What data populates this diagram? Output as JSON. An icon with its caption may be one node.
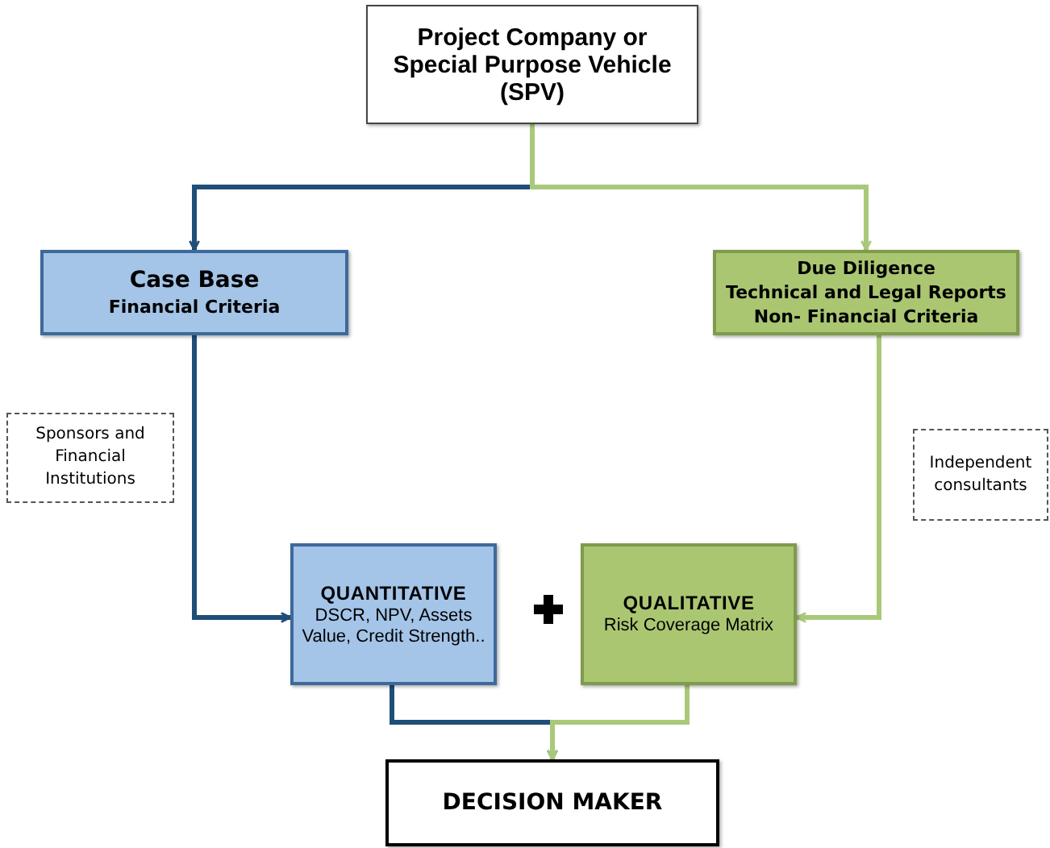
{
  "diagram": {
    "nodes": [
      {
        "text": [
          "Project Company or Special Purpose Vehicle (SPV)"
        ]
      },
      {
        "text": [
          "Case Base",
          "Financial Criteria"
        ]
      },
      {
        "text": [
          "Due Diligence",
          "Technical and Legal Reports",
          "Non- Financial Criteria"
        ]
      },
      {
        "text": [
          "Sponsors and Financial Institutions"
        ]
      },
      {
        "text": [
          "Independent consultants"
        ]
      },
      {
        "text": [
          "QUANTITATIVE",
          "DSCR, NPV, Assets Value, Credit Strength.."
        ]
      },
      {
        "text": [
          "QUALITATIVE",
          "Risk Coverage Matrix"
        ]
      },
      {
        "text": [
          "DECISION MAKER"
        ]
      }
    ],
    "edges": [
      {
        "from": 0,
        "to": 1,
        "arrow": "to",
        "color": "#1f4e79"
      },
      {
        "from": 0,
        "to": 2,
        "arrow": "to",
        "color": "#a9c97a"
      },
      {
        "from": 1,
        "to": 5,
        "arrow": "to",
        "color": "#1f4e79"
      },
      {
        "from": 2,
        "to": 6,
        "arrow": "to",
        "color": "#a9c97a"
      },
      {
        "from": 5,
        "to": 7,
        "arrow": "to",
        "color": "#1f4e79"
      },
      {
        "from": 6,
        "to": 7,
        "arrow": "to",
        "color": "#a9c97a"
      }
    ]
  }
}
